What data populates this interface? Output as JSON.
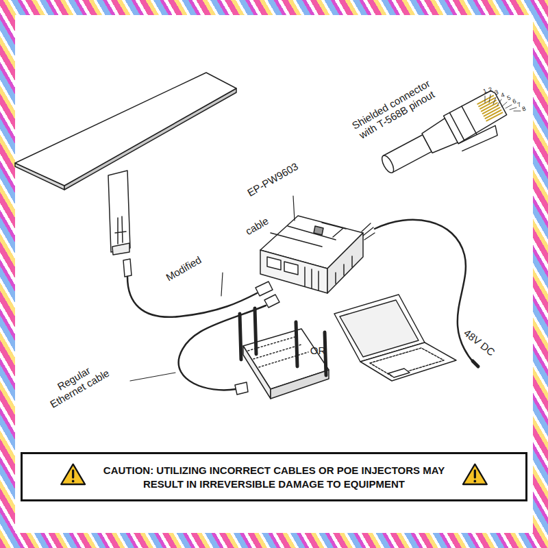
{
  "diagram": {
    "nodes": [
      {
        "text": [
          "CAUTION: UTILIZING INCORRECT CABLES OR POE INJECTORS MAY RESULT IN IRREVERSIBLE DAMAGE TO EQUIPMENT"
        ]
      }
    ],
    "labels": [
      "Shielded connector with T-568B pinout",
      "1",
      "2",
      "3",
      "4",
      "5",
      "6",
      "7",
      "8",
      "EP-PW9603",
      "cable",
      "Modified",
      "Regular Ethernet cable",
      "OR",
      "48V DC"
    ]
  }
}
